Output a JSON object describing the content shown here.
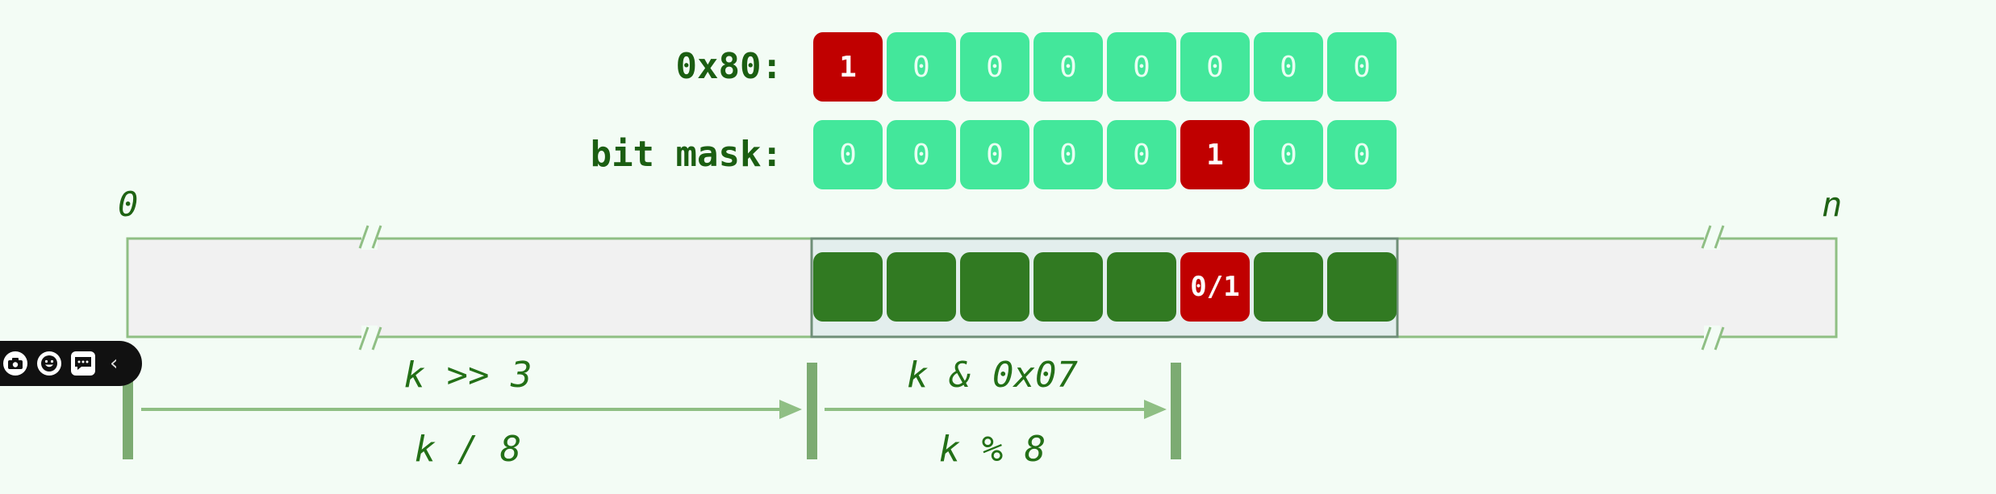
{
  "rows": [
    {
      "label": "0x80:",
      "bits": [
        "1",
        "0",
        "0",
        "0",
        "0",
        "0",
        "0",
        "0"
      ],
      "highlight": 0
    },
    {
      "label": "bit mask:",
      "bits": [
        "0",
        "0",
        "0",
        "0",
        "0",
        "1",
        "0",
        "0"
      ],
      "highlight": 5
    }
  ],
  "array": {
    "start_label": "0",
    "end_label": "n",
    "byte_cells": [
      "",
      "",
      "",
      "",
      "",
      "0/1",
      "",
      ""
    ],
    "highlight": 5
  },
  "formulas": {
    "byte_index_top": "k >> 3",
    "byte_index_bottom": "k / 8",
    "bit_index_top": "k & 0x07",
    "bit_index_bottom": "k % 8"
  },
  "colors": {
    "bit_on": "#c00000",
    "bit_off": "#43e79b",
    "byte_cell": "#317a22",
    "line": "#8fbf84",
    "text": "#1b5e12"
  },
  "toolbar": {
    "icons": [
      "camera-icon",
      "smiley-icon",
      "chat-icon",
      "collapse-chevron-icon"
    ],
    "collapse_glyph": "‹"
  }
}
